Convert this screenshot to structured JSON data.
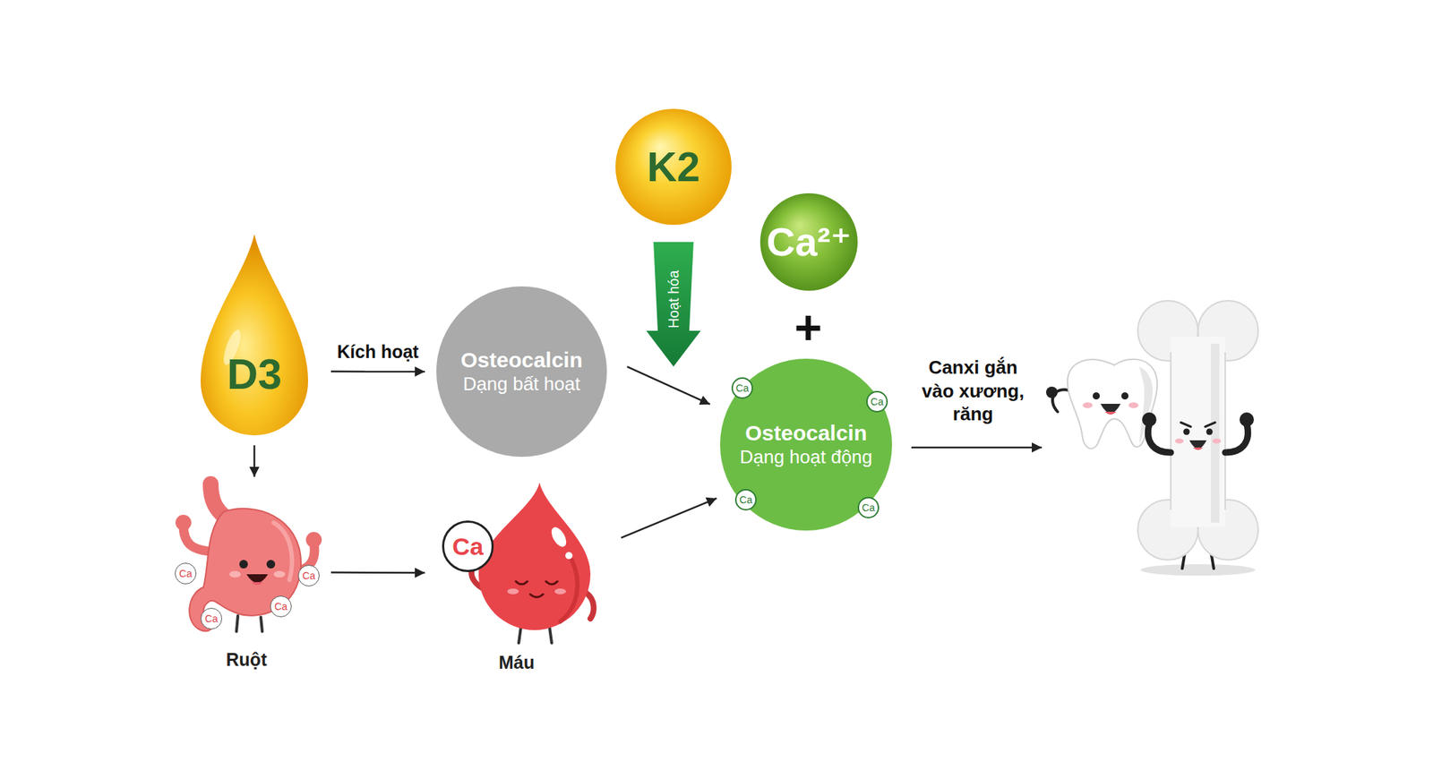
{
  "diagram": {
    "nodes": [
      {
        "text": [
          "K2"
        ]
      },
      {
        "text": [
          "Ca²⁺"
        ]
      },
      {
        "text": [
          "D3"
        ]
      },
      {
        "text": [
          "Osteocalcin",
          "Dạng bất hoạt"
        ]
      },
      {
        "text": [
          "Osteocalcin",
          "Dạng hoạt động"
        ]
      },
      {
        "text": [
          "Ruột"
        ]
      },
      {
        "text": [
          "Máu"
        ]
      }
    ],
    "edges": [
      {
        "from": 2,
        "to": 3,
        "label": "Kích hoạt",
        "arrow": "to"
      },
      {
        "from": 2,
        "to": 5,
        "arrow": "to"
      },
      {
        "from": 5,
        "to": 6,
        "arrow": "to"
      },
      {
        "from": 3,
        "to": 4,
        "arrow": "to"
      },
      {
        "from": 6,
        "to": 4,
        "arrow": "to"
      }
    ],
    "labels": [
      "Hoạt hóa",
      "+",
      "Ca",
      "Ca",
      "Ca",
      "Ca",
      "Canxi gắn vào xương, răng",
      "Ca",
      "Ca",
      "Ca",
      "Ca",
      "Ca"
    ]
  }
}
